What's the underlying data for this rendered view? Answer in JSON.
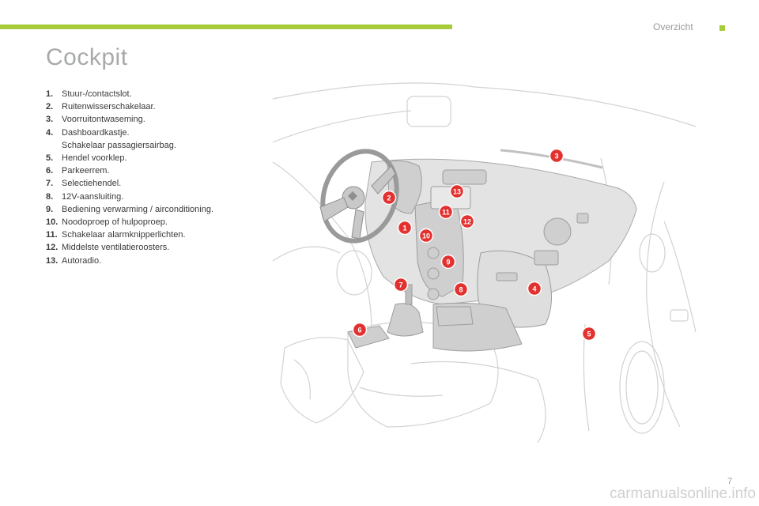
{
  "header": {
    "section": "Overzicht",
    "accent_color": "#a6cc3c"
  },
  "title": "Cockpit",
  "legend": [
    {
      "num": "1.",
      "lines": [
        "Stuur-/contactslot."
      ]
    },
    {
      "num": "2.",
      "lines": [
        "Ruitenwisserschakelaar."
      ]
    },
    {
      "num": "3.",
      "lines": [
        "Voorruitontwaseming."
      ]
    },
    {
      "num": "4.",
      "lines": [
        "Dashboardkastje.",
        "Schakelaar passagiersairbag."
      ]
    },
    {
      "num": "5.",
      "lines": [
        "Hendel voorklep."
      ]
    },
    {
      "num": "6.",
      "lines": [
        "Parkeerrem."
      ]
    },
    {
      "num": "7.",
      "lines": [
        "Selectiehendel."
      ]
    },
    {
      "num": "8.",
      "lines": [
        "12V-aansluiting."
      ]
    },
    {
      "num": "9.",
      "lines": [
        "Bediening verwarming / airconditioning."
      ]
    },
    {
      "num": "10.",
      "lines": [
        "Noodoproep of hulpoproep."
      ]
    },
    {
      "num": "11.",
      "lines": [
        "Schakelaar alarmknipperlichten."
      ]
    },
    {
      "num": "12.",
      "lines": [
        "Middelste ventilatieroosters."
      ]
    },
    {
      "num": "13.",
      "lines": [
        "Autoradio."
      ]
    }
  ],
  "callouts": [
    "1",
    "2",
    "3",
    "4",
    "5",
    "6",
    "7",
    "8",
    "9",
    "10",
    "11",
    "12",
    "13"
  ],
  "callout_color": "#e2312f",
  "page_number": "7",
  "watermark": "carmanualsonline.info"
}
